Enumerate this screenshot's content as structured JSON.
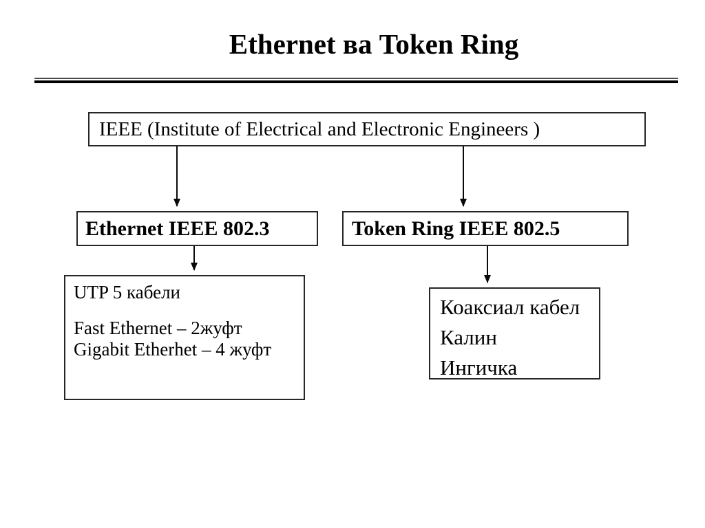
{
  "slide": {
    "title": "Ethernet ва Token Ring",
    "ieee_box": {
      "label": "IEEE (Institute of Electrical and Electronic Engineers )"
    },
    "ethernet_box": {
      "label": "Ethernet IEEE 802.3"
    },
    "token_ring_box": {
      "label": "Token Ring IEEE 802.5"
    },
    "utp_box": {
      "line1": "UTP 5 кабели",
      "line2": "Fast Ethernet – 2жуфт",
      "line3": "Gigabit Etherhet – 4 жуфт"
    },
    "coaxial_box": {
      "line1": "Коаксиал кабел",
      "line2": "Калин",
      "line3": "Ингичка"
    },
    "colors": {
      "background": "#ffffff",
      "text": "#000000",
      "border": "#262626",
      "line": "#0a0a0a"
    }
  }
}
